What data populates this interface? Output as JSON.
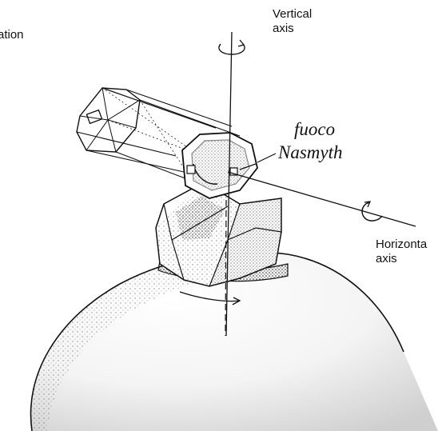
{
  "labels": {
    "cut_left": "ation",
    "vertical_line1": "Vertical",
    "vertical_line2": "axis",
    "fuoco": "fuoco",
    "nasmyth": "Nasmyth",
    "horizontal_line1": "Horizonta",
    "horizontal_line2": "axis"
  },
  "colors": {
    "ink": "#111111",
    "stipple": "#333333",
    "background": "#ffffff"
  }
}
